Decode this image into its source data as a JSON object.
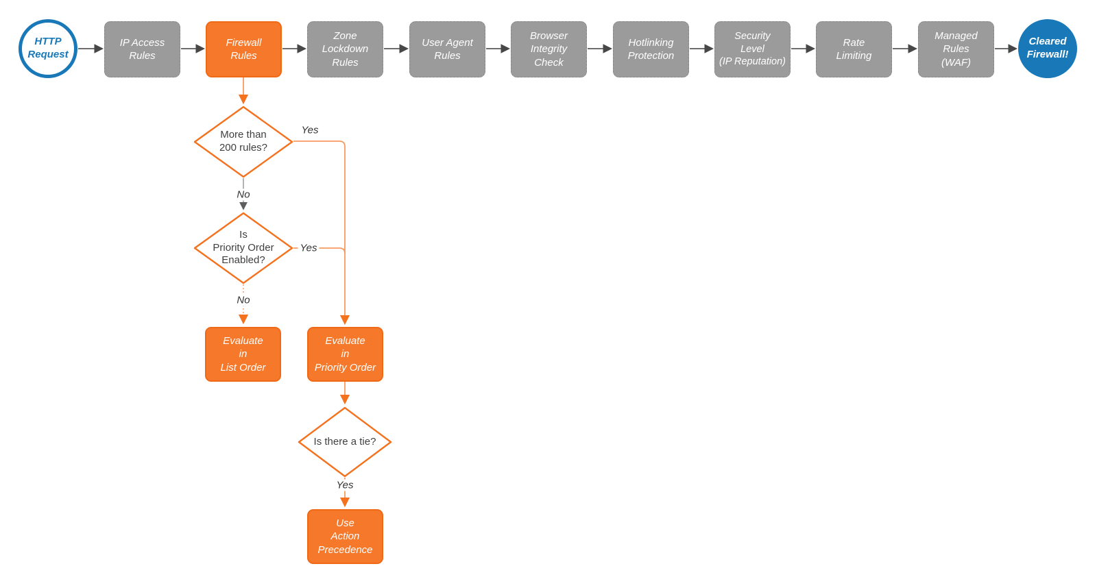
{
  "title": "Firewall request evaluation flowchart",
  "pipeline": [
    {
      "id": "http-request",
      "label": "HTTP\nRequest",
      "shape": "circle",
      "variant": "outline-blue"
    },
    {
      "id": "ip-access-rules",
      "label": "IP Access\nRules",
      "shape": "rect",
      "variant": "gray"
    },
    {
      "id": "firewall-rules",
      "label": "Firewall\nRules",
      "shape": "rect",
      "variant": "orange"
    },
    {
      "id": "zone-lockdown-rules",
      "label": "Zone\nLockdown\nRules",
      "shape": "rect",
      "variant": "gray"
    },
    {
      "id": "user-agent-rules",
      "label": "User Agent\nRules",
      "shape": "rect",
      "variant": "gray"
    },
    {
      "id": "browser-integrity-check",
      "label": "Browser\nIntegrity\nCheck",
      "shape": "rect",
      "variant": "gray"
    },
    {
      "id": "hotlinking-protection",
      "label": "Hotlinking\nProtection",
      "shape": "rect",
      "variant": "gray"
    },
    {
      "id": "security-level",
      "label": "Security\nLevel\n(IP Reputation)",
      "shape": "rect",
      "variant": "gray"
    },
    {
      "id": "rate-limiting",
      "label": "Rate\nLimiting",
      "shape": "rect",
      "variant": "gray"
    },
    {
      "id": "managed-rules-waf",
      "label": "Managed\nRules\n(WAF)",
      "shape": "rect",
      "variant": "gray"
    },
    {
      "id": "cleared-firewall",
      "label": "Cleared\nFirewall!",
      "shape": "circle",
      "variant": "filled-blue"
    }
  ],
  "decisions": {
    "rules_count": {
      "question": "More than\n200 rules?",
      "yes": "Yes",
      "no": "No"
    },
    "priority_order": {
      "question": "Is\nPriority Order\nEnabled?",
      "yes": "Yes",
      "no": "No"
    },
    "tie": {
      "question": "Is there a tie?",
      "yes": "Yes"
    }
  },
  "actions": {
    "evaluate_list": "Evaluate\nin\nList Order",
    "evaluate_priority": "Evaluate\nin\nPriority Order",
    "use_action_precedence": "Use\nAction\nPrecedence"
  },
  "colors": {
    "orange_fill": "#f6792b",
    "orange_stroke": "#f4711d",
    "orange_connector": "#f79a5e",
    "gray_fill": "#9b9b9b",
    "gray_stroke": "#878787",
    "blue": "#1878b8",
    "connector_gray": "#5a5a5a",
    "arrowhead_gray": "#474747",
    "text_dark": "#3f3f3f",
    "background": "#ffffff"
  }
}
